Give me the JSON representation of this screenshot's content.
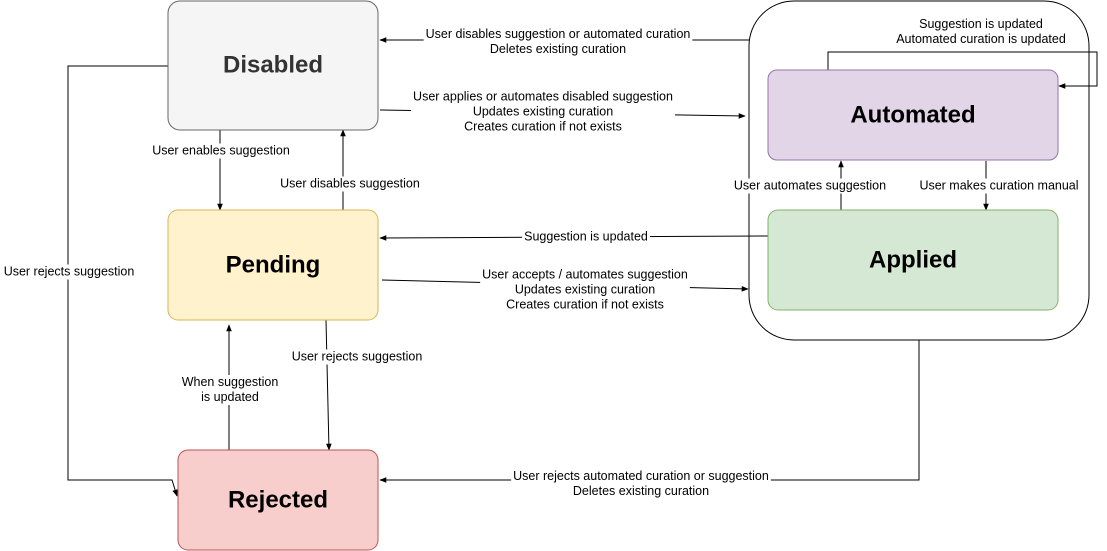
{
  "colors": {
    "disabled_fill": "#f5f5f5",
    "disabled_stroke": "#666666",
    "automated_fill": "#e1d5e7",
    "automated_stroke": "#9673a6",
    "pending_fill": "#fff2cc",
    "pending_stroke": "#d6b656",
    "applied_fill": "#d5e8d4",
    "applied_stroke": "#82b366",
    "rejected_fill": "#f8cecc",
    "rejected_stroke": "#b85450"
  },
  "states": {
    "disabled": "Disabled",
    "automated": "Automated",
    "pending": "Pending",
    "applied": "Applied",
    "rejected": "Rejected"
  },
  "edges": {
    "group_to_disabled": [
      "User disables suggestion or automated curation",
      "Deletes existing curation"
    ],
    "automated_self": [
      "Suggestion is updated",
      "Automated curation is updated"
    ],
    "disabled_to_group": [
      "User applies or automates disabled suggestion",
      "Updates existing curation",
      "Creates curation if not exists"
    ],
    "disabled_to_pending": [
      "User enables suggestion"
    ],
    "pending_to_disabled": [
      "User disables suggestion"
    ],
    "applied_to_automated": [
      "User automates suggestion"
    ],
    "automated_to_applied": [
      "User makes curation manual"
    ],
    "applied_to_pending": [
      "Suggestion is updated"
    ],
    "pending_to_group": [
      "User accepts / automates suggestion",
      "Updates existing curation",
      "Creates curation if not exists"
    ],
    "disabled_to_rejected": [
      "User rejects suggestion"
    ],
    "pending_to_rejected": [
      "User rejects suggestion"
    ],
    "rejected_to_pending": [
      "When suggestion",
      "is updated"
    ],
    "group_to_rejected": [
      "User rejects automated curation or suggestion",
      "Deletes existing curation"
    ]
  }
}
